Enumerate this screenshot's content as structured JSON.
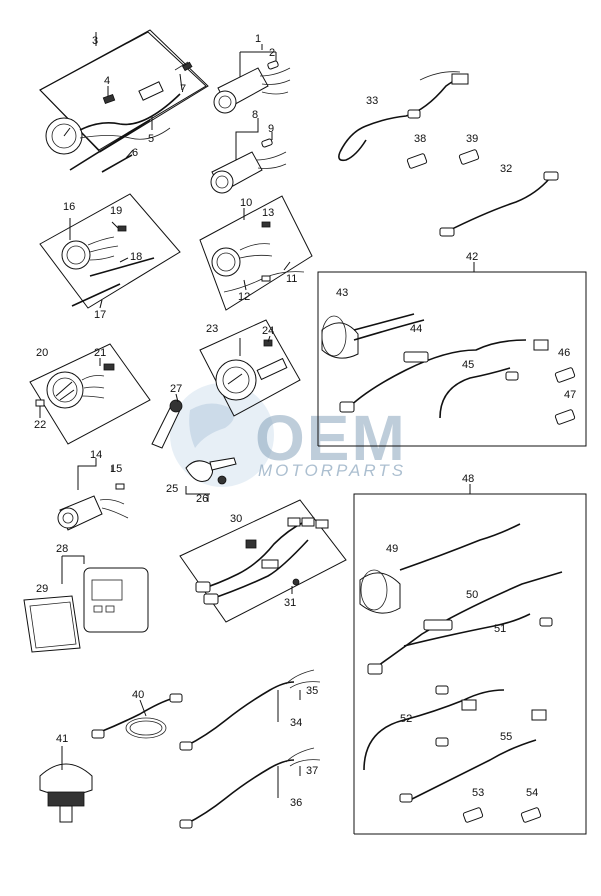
{
  "watermark": {
    "brand": "OEM",
    "sub": "MOTORPARTS"
  },
  "callouts": [
    "1",
    "2",
    "3",
    "4",
    "5",
    "6",
    "7",
    "8",
    "9",
    "10",
    "11",
    "12",
    "13",
    "14",
    "15",
    "16",
    "17",
    "18",
    "19",
    "20",
    "21",
    "22",
    "23",
    "24",
    "25",
    "26",
    "27",
    "28",
    "29",
    "30",
    "31",
    "32",
    "33",
    "34",
    "35",
    "36",
    "37",
    "38",
    "39",
    "40",
    "41",
    "42",
    "43",
    "44",
    "45",
    "46",
    "47",
    "48",
    "49",
    "50",
    "51",
    "52",
    "53",
    "54",
    "55"
  ]
}
